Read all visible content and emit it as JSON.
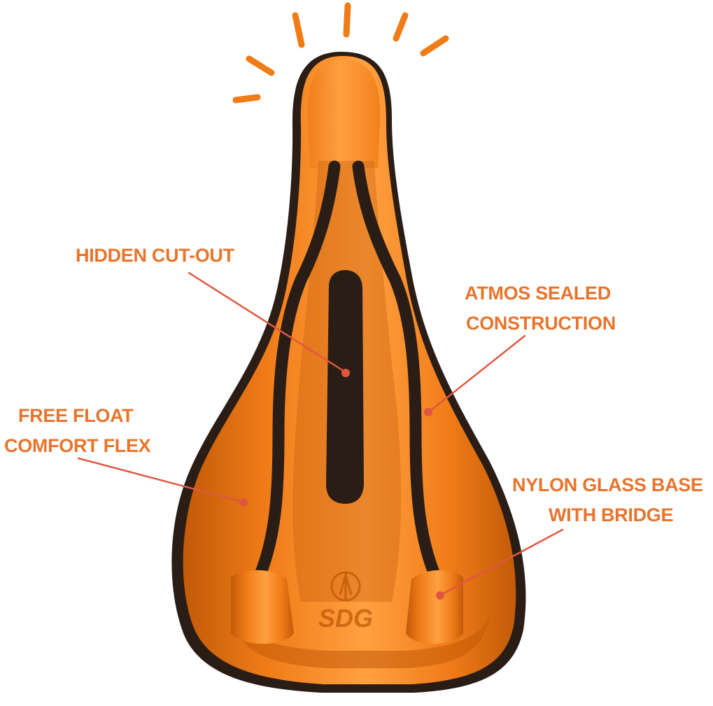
{
  "colors": {
    "accent_text": "#e8742c",
    "leader_line": "#e0573f",
    "saddle_orange": "#f07c18",
    "saddle_highlight": "#ffa040",
    "saddle_shadow": "#c25a08",
    "rail_black": "#2a1d16",
    "background": "#ffffff"
  },
  "callouts": {
    "hidden_cutout": {
      "lines": [
        "HIDDEN CUT-OUT"
      ]
    },
    "atmos": {
      "lines": [
        "ATMOS SEALED",
        "CONSTRUCTION"
      ]
    },
    "free_float": {
      "lines": [
        "FREE FLOAT",
        "COMFORT FLEX"
      ]
    },
    "nylon_base": {
      "lines": [
        "NYLON GLASS BASE",
        "WITH BRIDGE"
      ]
    }
  },
  "saddle": {
    "brand_mark": "SDG",
    "icons": [
      "attention-burst-icon",
      "sdg-logo-icon"
    ]
  }
}
